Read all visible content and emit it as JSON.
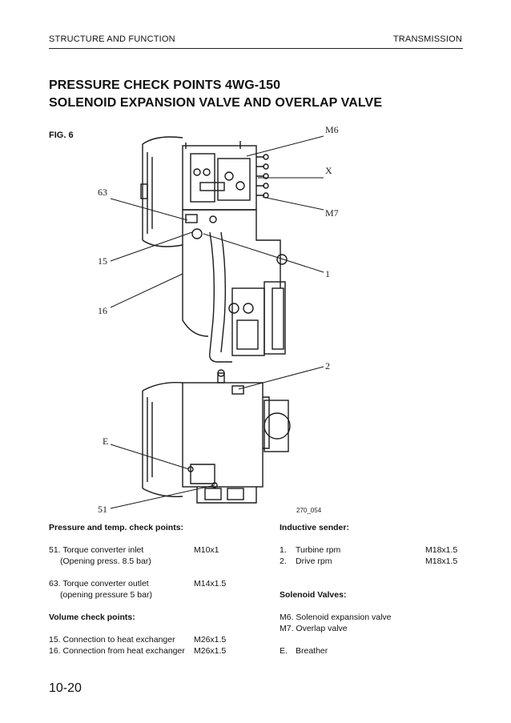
{
  "header": {
    "left": "STRUCTURE AND FUNCTION",
    "right": "TRANSMISSION"
  },
  "title": {
    "line1": "PRESSURE CHECK POINTS 4WG-150",
    "line2": "SOLENOID EXPANSION VALVE AND OVERLAP VALVE"
  },
  "figure": {
    "label": "FIG. 6",
    "code": "270_054",
    "callouts": {
      "m6": "M6",
      "x": "X",
      "m7": "M7",
      "c63": "63",
      "c15": "15",
      "c1": "1",
      "c16": "16",
      "c2": "2",
      "e": "E",
      "c51": "51"
    }
  },
  "left_column": {
    "pressure_heading": "Pressure and temp. check points:",
    "item51": {
      "label": "51. Torque converter inlet",
      "sub": "(Opening press. 8.5 bar)",
      "code": "M10x1"
    },
    "item63": {
      "label": "63. Torque converter outlet",
      "sub": "(opening pressure 5 bar)",
      "code": "M14x1.5"
    },
    "volume_heading": "Volume check points:",
    "item15": {
      "label": "15. Connection to heat exchanger",
      "code": "M26x1.5"
    },
    "item16": {
      "label": "16. Connection from heat exchanger",
      "code": "M26x1.5"
    }
  },
  "right_column": {
    "inductive_heading": "Inductive sender:",
    "item1": {
      "num": "1.",
      "label": "Turbine rpm",
      "code": "M18x1.5"
    },
    "item2": {
      "num": "2.",
      "label": "Drive rpm",
      "code": "M18x1.5"
    },
    "solenoid_heading": "Solenoid Valves:",
    "m6": "M6. Solenoid expansion valve",
    "m7": "M7. Overlap valve",
    "e": {
      "num": "E.",
      "label": "Breather"
    }
  },
  "footer": {
    "page_number": "10-20"
  }
}
